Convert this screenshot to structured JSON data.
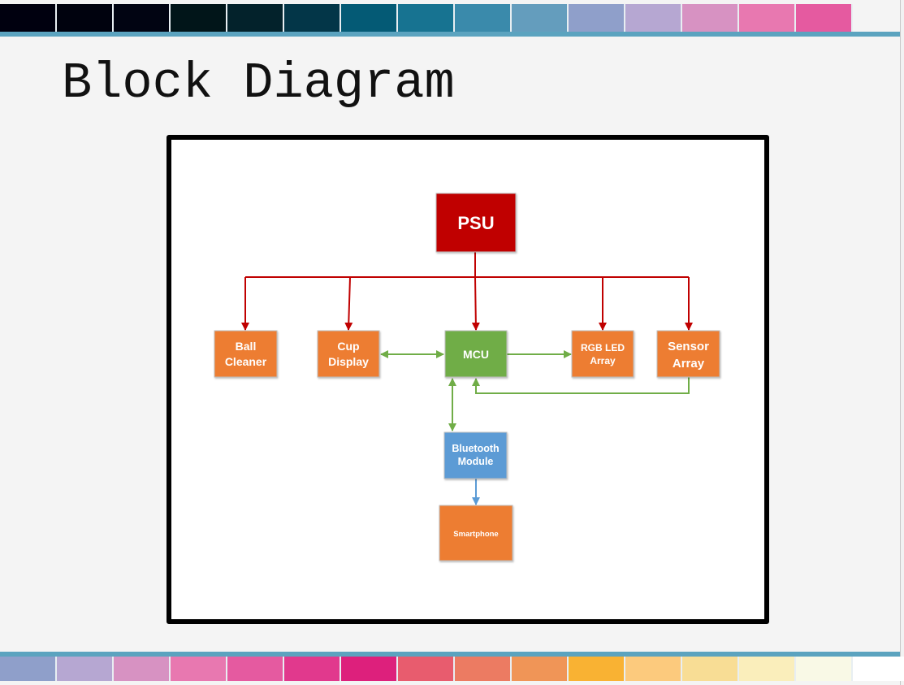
{
  "slide": {
    "title": "Block Diagram",
    "top_strip_colors": [
      "#00000f",
      "#00020e",
      "#010412",
      "#011519",
      "#03222b",
      "#033648",
      "#045a75",
      "#177391",
      "#3a8aab",
      "#649dbd",
      "#8f9fca",
      "#b6a7d2",
      "#d792c2",
      "#e878b0",
      "#e55aa0"
    ],
    "bottom_strip_colors": [
      "#8f9fca",
      "#b6a7d2",
      "#d792c2",
      "#e878b0",
      "#e55aa0",
      "#e1398d",
      "#dd207c",
      "#e85c6e",
      "#ec7b62",
      "#f09557",
      "#f9b233",
      "#fcca7d",
      "#f8dd95",
      "#faeebb",
      "#f9f9e6",
      "#ffffff"
    ],
    "accent_teal": "#5ba3bf"
  },
  "diagram": {
    "colors": {
      "power": "#c00000",
      "mcu": "#70ad47",
      "peripheral": "#ed7d31",
      "bluetooth": "#5b9bd5",
      "power_line": "#c00000",
      "data_line": "#70ad47",
      "bt_line": "#5b9bd5"
    },
    "blocks": {
      "psu": {
        "label": [
          "PSU"
        ]
      },
      "ball_cleaner": {
        "label": [
          "Ball",
          "Cleaner"
        ]
      },
      "cup_display": {
        "label": [
          "Cup",
          "Display"
        ]
      },
      "mcu": {
        "label": [
          "MCU"
        ]
      },
      "rgb_led_array": {
        "label": [
          "RGB LED",
          "Array"
        ]
      },
      "sensor_array": {
        "label": [
          "Sensor",
          "Array"
        ]
      },
      "bluetooth_module": {
        "label": [
          "Bluetooth",
          "Module"
        ]
      },
      "smartphone": {
        "label": [
          "Smartphone"
        ]
      }
    },
    "connections": [
      {
        "from": "psu",
        "to": "ball_cleaner",
        "type": "power",
        "direction": "one-way"
      },
      {
        "from": "psu",
        "to": "cup_display",
        "type": "power",
        "direction": "one-way"
      },
      {
        "from": "psu",
        "to": "mcu",
        "type": "power",
        "direction": "one-way"
      },
      {
        "from": "psu",
        "to": "rgb_led_array",
        "type": "power",
        "direction": "one-way"
      },
      {
        "from": "psu",
        "to": "sensor_array",
        "type": "power",
        "direction": "one-way"
      },
      {
        "from": "mcu",
        "to": "cup_display",
        "type": "data",
        "direction": "two-way"
      },
      {
        "from": "mcu",
        "to": "rgb_led_array",
        "type": "data",
        "direction": "one-way"
      },
      {
        "from": "sensor_array",
        "to": "mcu",
        "type": "data",
        "direction": "one-way"
      },
      {
        "from": "mcu",
        "to": "bluetooth_module",
        "type": "data",
        "direction": "two-way"
      },
      {
        "from": "bluetooth_module",
        "to": "smartphone",
        "type": "wireless",
        "direction": "one-way"
      }
    ]
  }
}
